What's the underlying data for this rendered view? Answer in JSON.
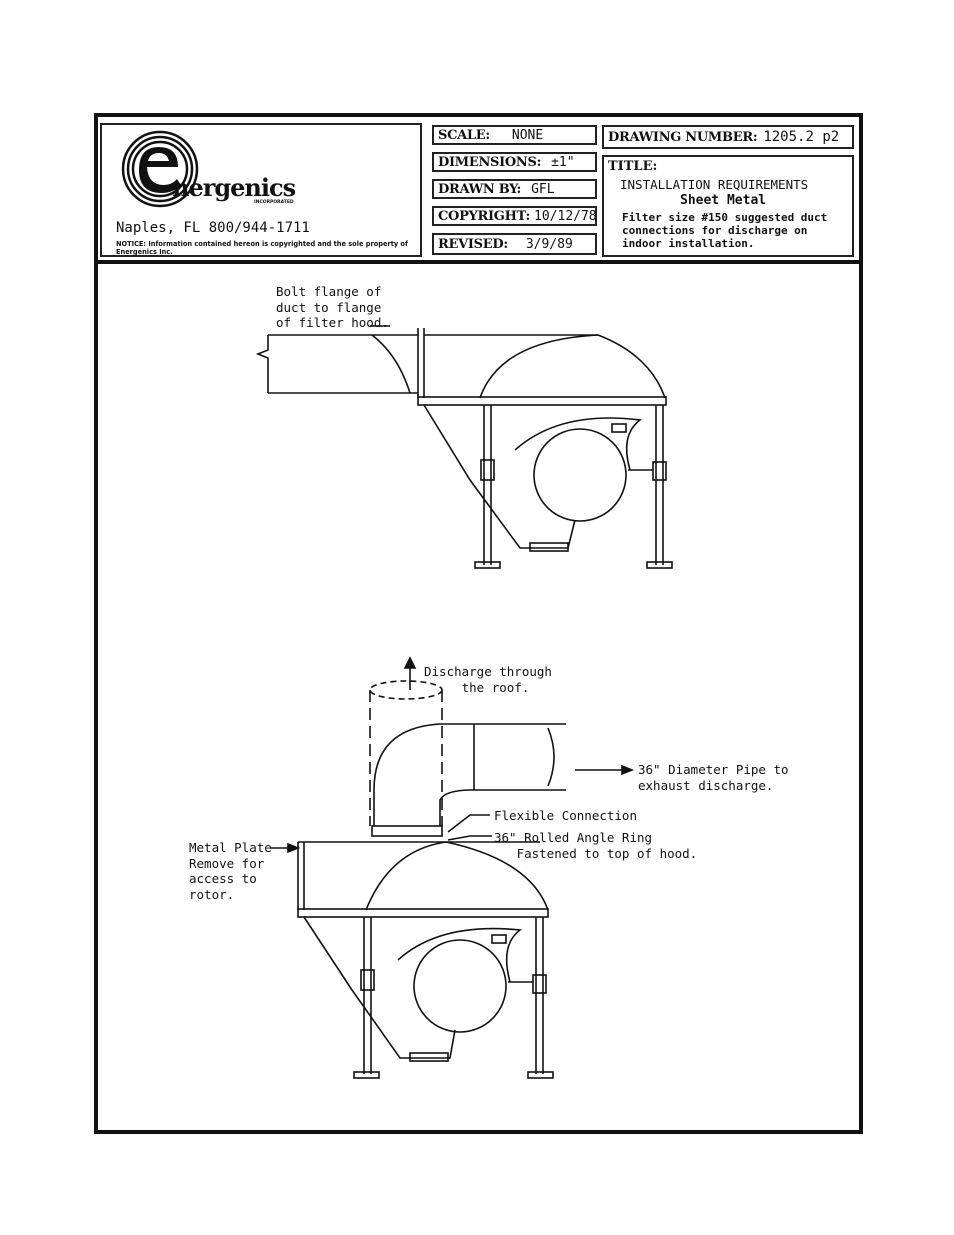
{
  "logo": {
    "brand": "nergenics",
    "tagline": "INCORPORATED"
  },
  "location": "Naples, FL 800/944-1711",
  "notice": "NOTICE: Information contained hereon is copyrighted and the sole property of Energenics Inc.",
  "fields": {
    "scale": {
      "label": "SCALE:",
      "value": "NONE"
    },
    "dimensions": {
      "label": "DIMENSIONS:",
      "value": "±1\""
    },
    "drawn_by": {
      "label": "DRAWN BY:",
      "value": "GFL"
    },
    "copyright": {
      "label": "COPYRIGHT:",
      "value": "10/12/78"
    },
    "revised": {
      "label": "REVISED:",
      "value": "3/9/89"
    },
    "drawing_number": {
      "label": "DRAWING NUMBER:",
      "value": "1205.2  p2"
    }
  },
  "title_block": {
    "label": "TITLE:",
    "line1": "INSTALLATION REQUIREMENTS",
    "line2": "Sheet Metal",
    "line3": "Filter size #150 suggested duct connections for discharge on indoor installation."
  },
  "annotations": {
    "bolt_flange": "Bolt flange of\nduct to flange\nof filter hood.",
    "discharge_roof": "Discharge through\n     the roof.",
    "diameter_pipe": "36\" Diameter Pipe to\nexhaust discharge.",
    "flexible_connection": "Flexible Connection",
    "angle_ring": "36\" Rolled Angle Ring\n   Fastened to top of hood.",
    "metal_plate": "Metal Plate\nRemove for\naccess to\nrotor."
  }
}
